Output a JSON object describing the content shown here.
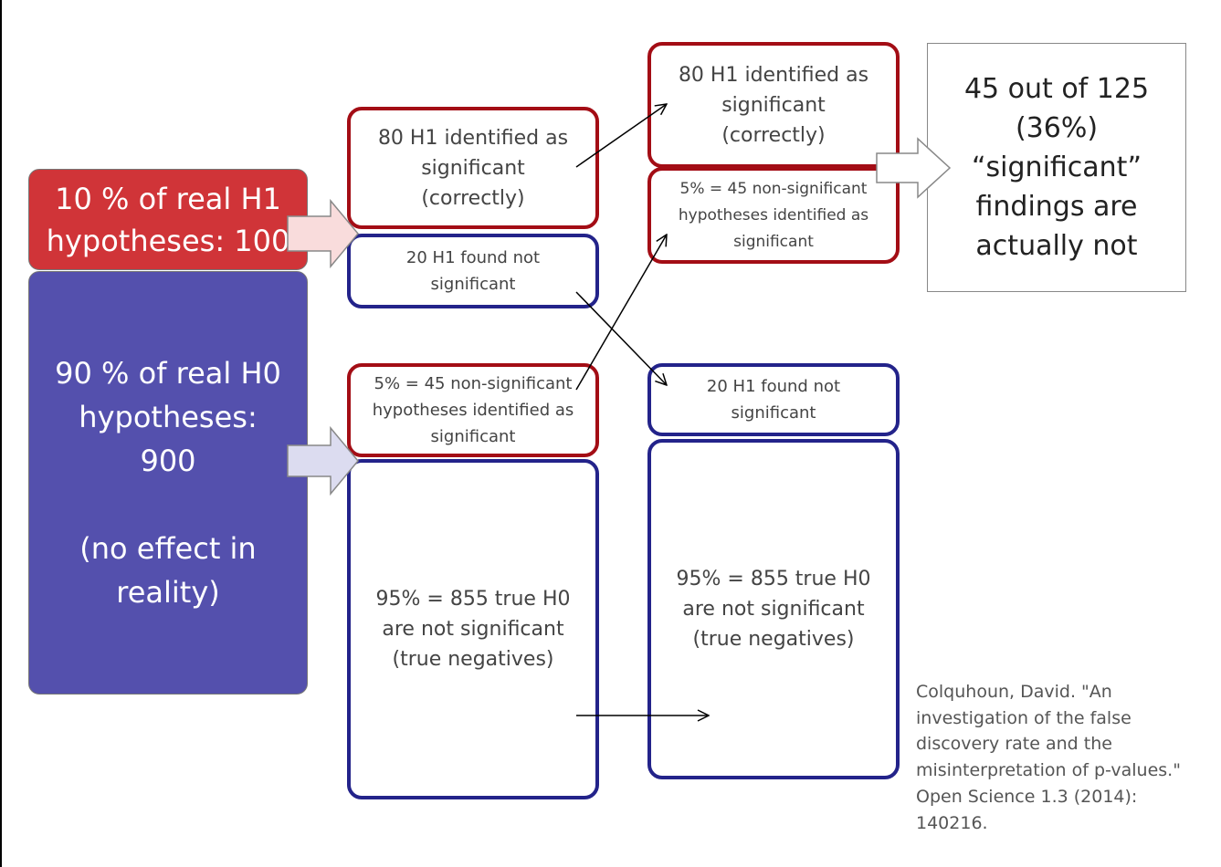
{
  "left": {
    "h1_total": "10 % of real H1\nhypotheses: 100",
    "h0_total": "90 % of real H0\nhypotheses:\n900\n\n(no effect in\nreality)"
  },
  "middle": {
    "h1_significant": "80 H1 identified as\nsignificant\n(correctly)",
    "h1_not_significant": "20 H1 found not\nsignificant",
    "h0_false_positive": "5% = 45 non-significant\nhypotheses identified as\nsignificant",
    "h0_true_negative": "95% = 855 true H0\nare not significant\n(true negatives)"
  },
  "right": {
    "h1_significant": "80 H1 identified as\nsignificant\n(correctly)",
    "h0_false_positive": "5% = 45 non-significant\nhypotheses identified as\nsignificant",
    "h1_not_significant": "20 H1 found not\nsignificant",
    "h0_true_negative": "95% = 855 true H0\nare not significant\n(true negatives)"
  },
  "result": {
    "text": "45 out of 125\n(36%)\n“significant”\nfindings are\nactually not"
  },
  "citation": {
    "text": "Colquhoun, David. \"An\ninvestigation of the false\ndiscovery rate and the\nmisinterpretation of p-values.\"\nOpen Science 1.3 (2014):\n140216."
  },
  "colors": {
    "h1_red": "#d03438",
    "h0_blue": "#5450ad",
    "significant_border": "#a30d15",
    "not_significant_border": "#23238a"
  }
}
